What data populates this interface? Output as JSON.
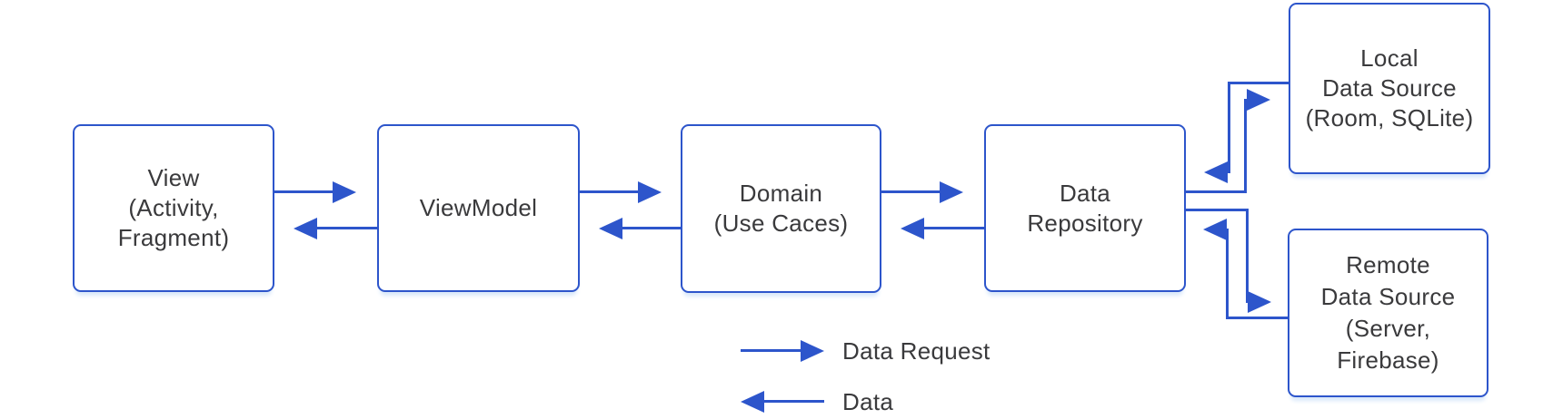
{
  "nodes": [
    {
      "id": "view",
      "label": "View\n(Activity,\nFragment)"
    },
    {
      "id": "viewmodel",
      "label": "ViewModel"
    },
    {
      "id": "domain",
      "label": "Domain\n(Use Caces)"
    },
    {
      "id": "data-repository",
      "label": "Data\nRepository"
    },
    {
      "id": "local-data-source",
      "label": "Local\nData Source\n(Room, SQLite)"
    },
    {
      "id": "remote-data-source",
      "label": "Remote\nData Source\n(Server,\nFirebase)"
    }
  ],
  "edges": [
    {
      "from": "view",
      "to": "viewmodel",
      "type": "data-request"
    },
    {
      "from": "viewmodel",
      "to": "view",
      "type": "data"
    },
    {
      "from": "viewmodel",
      "to": "domain",
      "type": "data-request"
    },
    {
      "from": "domain",
      "to": "viewmodel",
      "type": "data"
    },
    {
      "from": "domain",
      "to": "data-repository",
      "type": "data-request"
    },
    {
      "from": "data-repository",
      "to": "domain",
      "type": "data"
    },
    {
      "from": "data-repository",
      "to": "local-data-source",
      "type": "data-request"
    },
    {
      "from": "local-data-source",
      "to": "data-repository",
      "type": "data"
    },
    {
      "from": "data-repository",
      "to": "remote-data-source",
      "type": "data-request"
    },
    {
      "from": "remote-data-source",
      "to": "data-repository",
      "type": "data"
    }
  ],
  "legend": [
    {
      "symbol": "arrow-right",
      "label": "Data Request"
    },
    {
      "symbol": "arrow-left",
      "label": "Data"
    }
  ],
  "colors": {
    "accent": "#2d55cb",
    "text": "#3a3a3c",
    "node_shadow": "#d9e8fa",
    "background": "#ffffff"
  }
}
